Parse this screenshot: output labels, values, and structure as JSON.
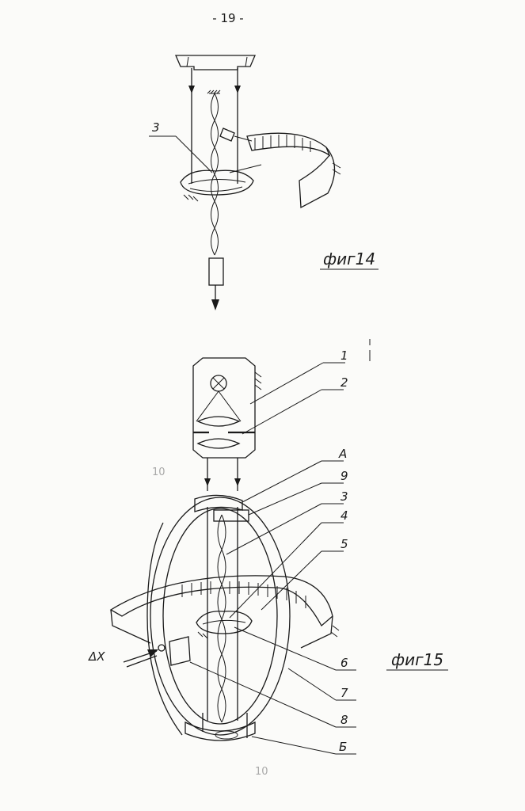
{
  "page_number": "- 19 -",
  "figures": [
    {
      "caption": "фиг14",
      "labels": [
        "3"
      ]
    },
    {
      "caption": "фиг15",
      "labels": [
        "1",
        "2",
        "А",
        "9",
        "3",
        "4",
        "5",
        "6",
        "7",
        "8",
        "Б"
      ],
      "delta_label": "ΔX",
      "pencil_marks": [
        "10",
        "10"
      ]
    }
  ]
}
